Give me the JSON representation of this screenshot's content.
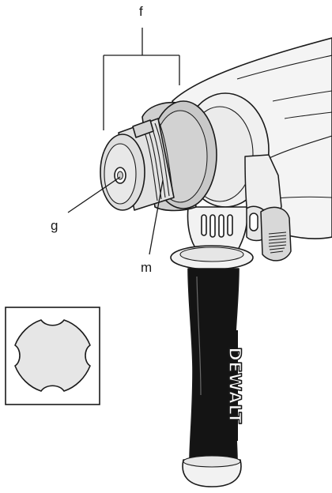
{
  "callouts": {
    "f": "f",
    "g": "g",
    "m": "m"
  },
  "brand_text": "DEWALT",
  "icons": {
    "drill": "rotary-hammer-drill-illustration",
    "shank_profile": "sds-shank-cross-section-icon"
  },
  "colors": {
    "ink": "#1a1a1a",
    "body_fill": "#f4f4f4",
    "collar_fill": "#cfcfcf",
    "chuck_fill": "#e2e2e2",
    "handle_dark": "#111111"
  }
}
